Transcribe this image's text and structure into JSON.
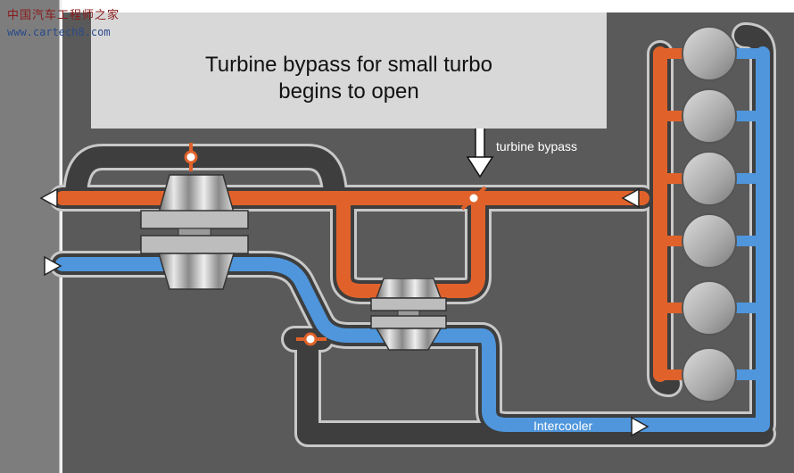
{
  "caption": {
    "line1": "Turbine bypass for small turbo",
    "line2": "begins to open"
  },
  "labels": {
    "turbine_bypass": "turbine bypass",
    "intercooler": "Intercooler"
  },
  "watermark": {
    "line1": "中国汽车工程师之家",
    "line2": "www.cartech8.com"
  },
  "colors": {
    "exhaust": "#e0622a",
    "intake": "#4f96dc",
    "background": "#5a5a5a",
    "channel": "#3e3e3e"
  }
}
